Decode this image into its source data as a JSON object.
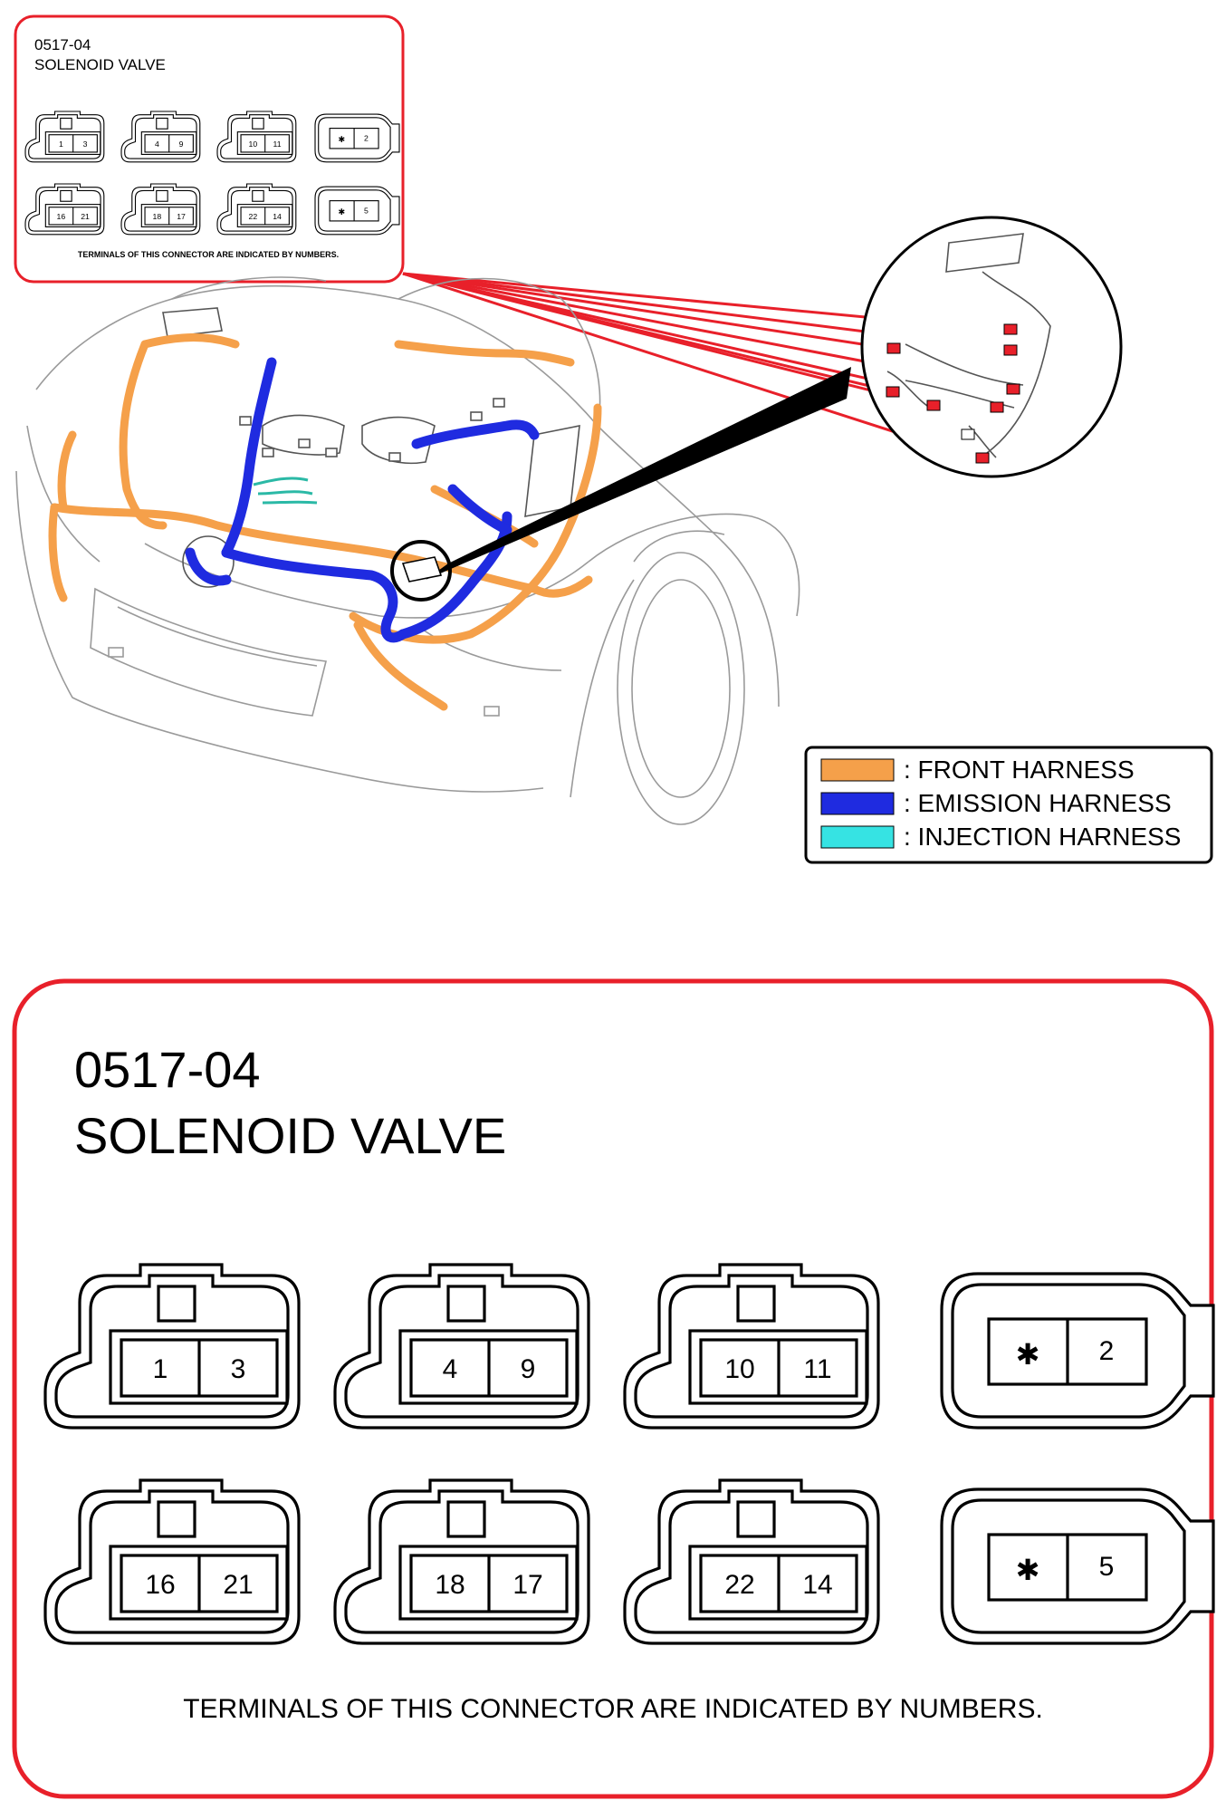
{
  "small_panel": {
    "code": "0517-04",
    "title": "SOLENOID VALVE",
    "note": "TERMINALS OF THIS CONNECTOR ARE INDICATED BY NUMBERS."
  },
  "large_panel": {
    "code": "0517-04",
    "title": "SOLENOID VALVE",
    "note": "TERMINALS OF THIS CONNECTOR ARE INDICATED BY NUMBERS."
  },
  "connectors": {
    "row1": [
      {
        "type": "tab",
        "a": "1",
        "b": "3"
      },
      {
        "type": "tab",
        "a": "4",
        "b": "9"
      },
      {
        "type": "tab",
        "a": "10",
        "b": "11"
      },
      {
        "type": "bullet",
        "a": "✱",
        "b": "2"
      }
    ],
    "row2": [
      {
        "type": "tab",
        "a": "16",
        "b": "21"
      },
      {
        "type": "tab",
        "a": "18",
        "b": "17"
      },
      {
        "type": "tab",
        "a": "22",
        "b": "14"
      },
      {
        "type": "bullet",
        "a": "✱",
        "b": "5"
      }
    ]
  },
  "legend": {
    "items": [
      {
        "color": "#f5a04a",
        "label": ": FRONT HARNESS"
      },
      {
        "color": "#1f2be0",
        "label": ": EMISSION HARNESS"
      },
      {
        "color": "#36e3e3",
        "label": ": INJECTION HARNESS"
      }
    ]
  },
  "colors": {
    "callout_red": "#e8202a",
    "front_harness": "#f5a04a",
    "emission_harness": "#1f2be0",
    "injection_harness": "#36e3e3"
  }
}
